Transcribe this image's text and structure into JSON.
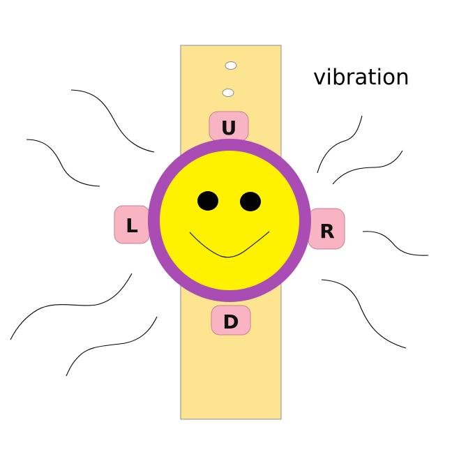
{
  "annotation": {
    "label": "vibration"
  },
  "buttons": {
    "up": "U",
    "down": "D",
    "left": "L",
    "right": "R"
  },
  "colors": {
    "strap_fill": "#fde491",
    "strap_stroke": "#9e9e9e",
    "bezel": "#a94db5",
    "face": "#fff200",
    "button_fill": "#f9b4c4",
    "button_stroke": "#c97f92",
    "vibration_lines": "#000000"
  }
}
